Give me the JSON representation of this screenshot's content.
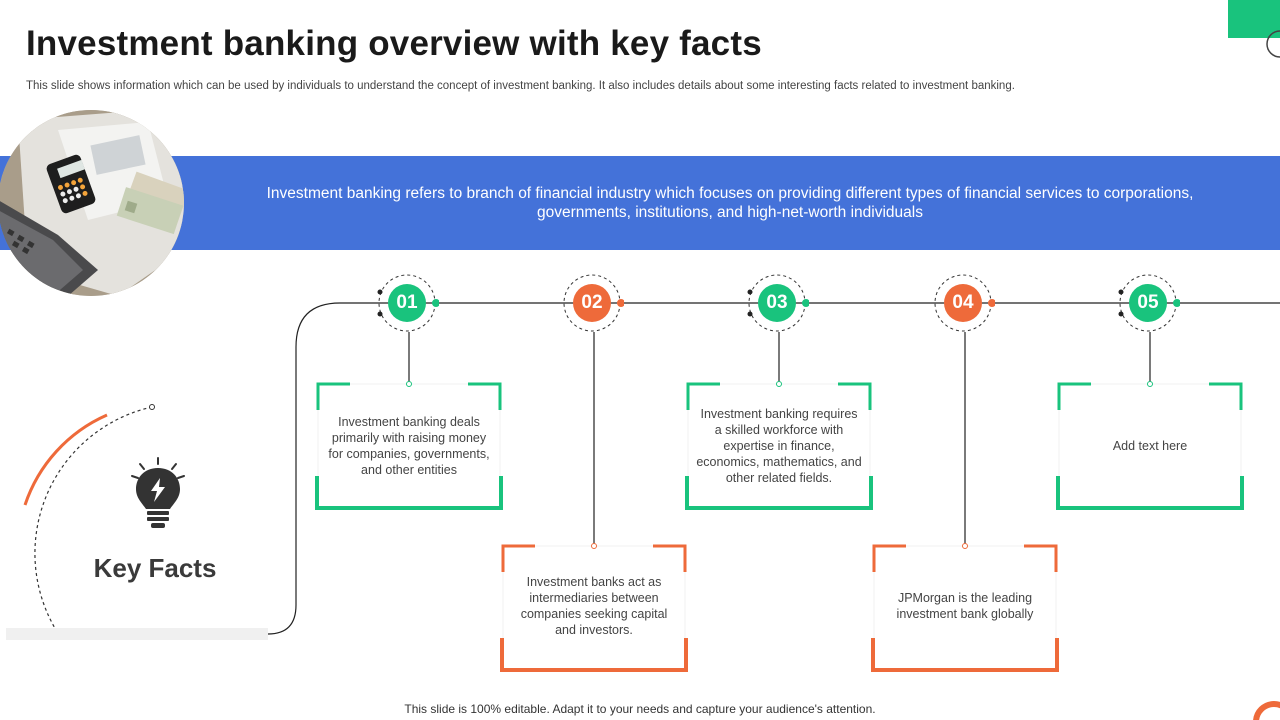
{
  "title": "Investment banking overview with key facts",
  "subtitle": "This slide shows information which can be used by individuals to understand the concept of investment banking. It also includes details about some interesting facts related to investment banking.",
  "banner": {
    "text": "Investment  banking refers to branch of financial industry which focuses on providing different types of financial services to corporations, governments,  institutions,  and high-net-worth  individuals"
  },
  "key_facts": {
    "label": "Key Facts",
    "icon": "lightbulb-icon"
  },
  "colors": {
    "green": "#19c37d",
    "orange": "#ee6a3a",
    "banner": "#4472d9"
  },
  "steps": [
    {
      "number": "01",
      "color": "green",
      "text": "Investment banking deals primarily with raising money for companies, governments,  and other entities"
    },
    {
      "number": "02",
      "color": "orange",
      "text": "Investment banks act as intermediaries between companies seeking capital and investors."
    },
    {
      "number": "03",
      "color": "green",
      "text": "Investment  banking requires  a skilled workforce with expertise in finance,  economics, mathematics, and other related fields."
    },
    {
      "number": "04",
      "color": "orange",
      "text": "JPMorgan  is the leading investment  bank globally"
    },
    {
      "number": "05",
      "color": "green",
      "text": "Add text here"
    }
  ],
  "footer": "This slide is 100% editable. Adapt it to your needs and capture your audience's attention."
}
